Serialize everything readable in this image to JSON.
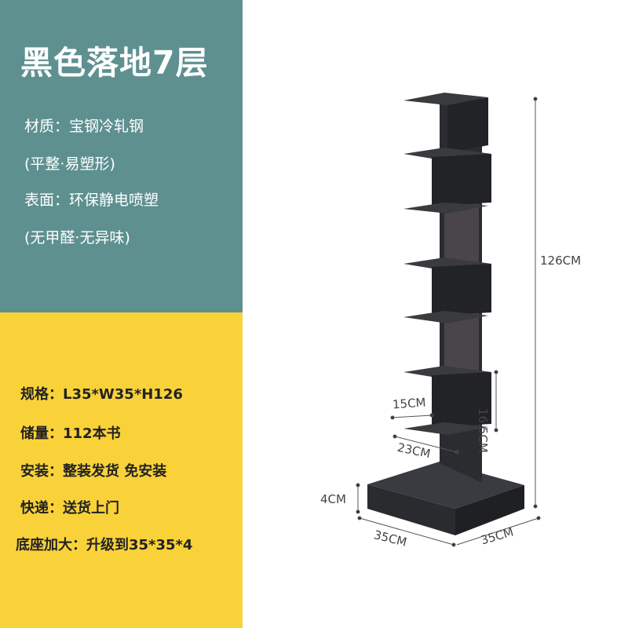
{
  "title": "黑色落地7层",
  "material": {
    "line1": "材质：宝钢冷轧钢",
    "line2": "(平整·易塑形)",
    "line3": "表面：环保静电喷塑",
    "line4": "(无甲醛·无异味)"
  },
  "details": [
    "规格：L35*W35*H126",
    "储量：112本书",
    "安装：整装发货  免安装",
    "快递：送货上门",
    "底座加大：升级到35*35*4"
  ],
  "dimensions": {
    "height": "126CM",
    "shelf_height": "16.5CM",
    "shelf_width": "15CM",
    "shelf_depth": "23CM",
    "base_height": "4CM",
    "base_length": "35CM",
    "base_width": "35CM"
  },
  "colors": {
    "top_panel": "#5e9090",
    "bottom_panel": "#f9d23a",
    "product": "#2f3034"
  }
}
